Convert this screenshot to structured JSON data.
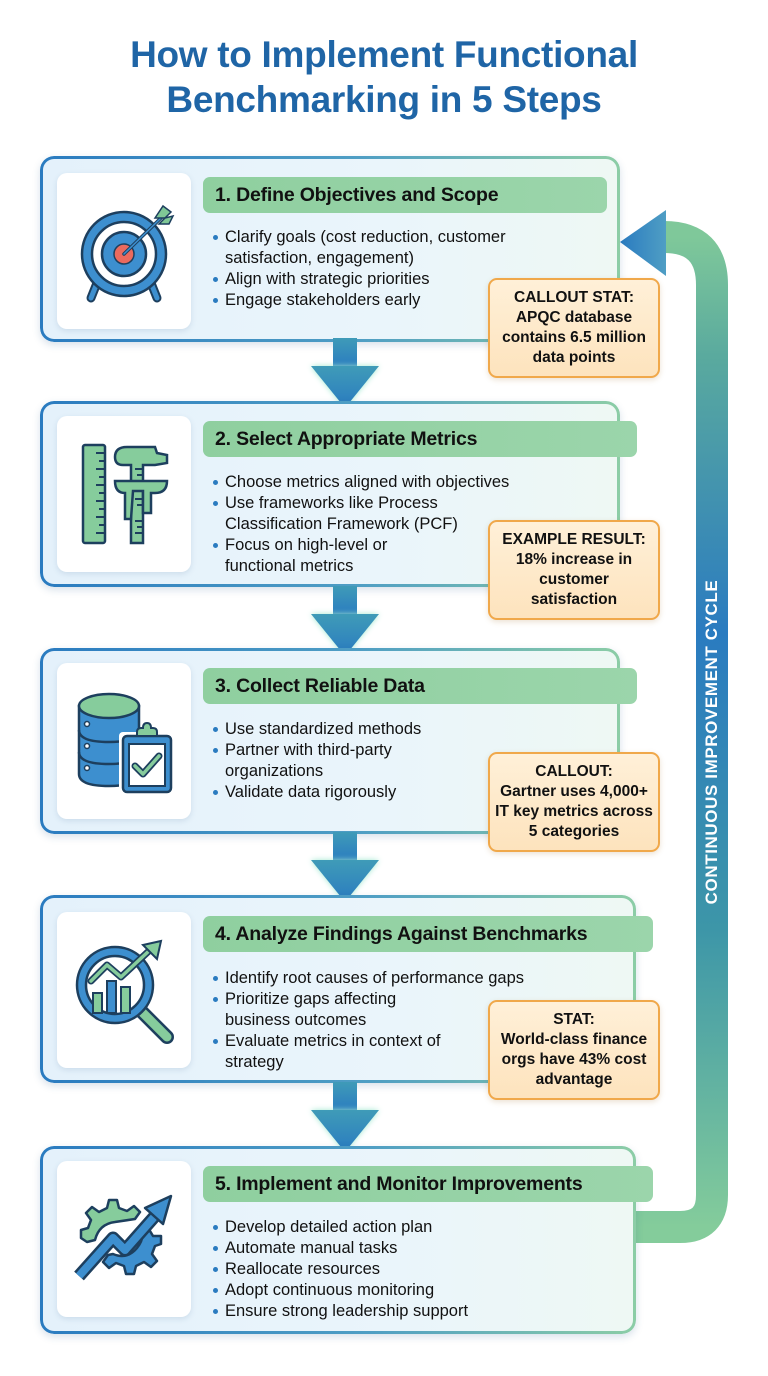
{
  "title": {
    "line1": "How to Implement Functional",
    "line2": "Benchmarking in 5 Steps"
  },
  "colors": {
    "title_blue": "#1f65a6",
    "primary_blue": "#2a7bc0",
    "accent_green": "#8fcf9f",
    "callout_fill": "#fde3bd",
    "callout_border": "#f0a84a"
  },
  "steps": [
    {
      "icon": "target-arrow-icon",
      "heading": "1. Define Objectives and Scope",
      "bullets": [
        "Clarify goals (cost reduction, customer satisfaction, engagement)",
        "Align with strategic priorities",
        "Engage stakeholders early"
      ],
      "callout": {
        "label": "CALLOUT STAT:",
        "text": "APQC database contains 6.5 million data points"
      }
    },
    {
      "icon": "ruler-caliper-icon",
      "heading": "2. Select Appropriate Metrics",
      "bullets": [
        "Choose metrics aligned with objectives",
        "Use frameworks like Process Classification Framework (PCF)",
        "Focus on high-level or functional metrics"
      ],
      "callout": {
        "label": "EXAMPLE RESULT:",
        "text": "18% increase in customer satisfaction"
      }
    },
    {
      "icon": "database-clipboard-check-icon",
      "heading": "3. Collect Reliable Data",
      "bullets": [
        "Use standardized methods",
        "Partner with third-party organizations",
        "Validate data rigorously"
      ],
      "callout": {
        "label": "CALLOUT:",
        "text": "Gartner uses 4,000+ IT key metrics across 5 categories"
      }
    },
    {
      "icon": "magnifier-chart-icon",
      "heading": "4. Analyze Findings Against Benchmarks",
      "bullets": [
        "Identify root causes of performance gaps",
        "Prioritize gaps affecting business outcomes",
        "Evaluate metrics in context of strategy"
      ],
      "callout": {
        "label": "STAT:",
        "text": "World-class finance orgs have 43% cost advantage"
      }
    },
    {
      "icon": "gear-trend-arrow-icon",
      "heading": "5. Implement and Monitor Improvements",
      "bullets": [
        "Develop detailed action plan",
        "Automate manual tasks",
        "Reallocate resources",
        "Adopt continuous monitoring",
        "Ensure strong leadership support"
      ]
    }
  ],
  "cycle": {
    "label": "CONTINUOUS IMPROVEMENT CYCLE"
  }
}
